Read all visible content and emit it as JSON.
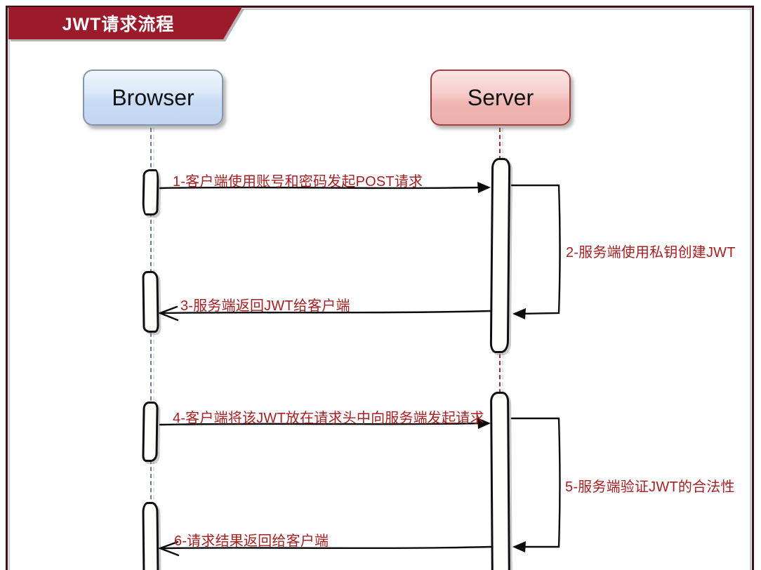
{
  "title_banner": {
    "text": "JWT请求流程"
  },
  "participants": [
    {
      "id": "browser",
      "label": "Browser"
    },
    {
      "id": "server",
      "label": "Server"
    }
  ],
  "messages": [
    {
      "seq": "1",
      "label": "1-客户端使用账号和密码发起POST请求",
      "from": "Browser",
      "to": "Server",
      "arrow": "solid-filled"
    },
    {
      "seq": "2",
      "label": "2-服务端使用私钥创建JWT",
      "from": "Server",
      "to": "Server",
      "arrow": "self-loop"
    },
    {
      "seq": "3",
      "label": "3-服务端返回JWT给客户端",
      "from": "Server",
      "to": "Browser",
      "arrow": "solid-open"
    },
    {
      "seq": "4",
      "label": "4-客户端将该JWT放在请求头中向服务端发起请求",
      "from": "Browser",
      "to": "Server",
      "arrow": "solid-filled"
    },
    {
      "seq": "5",
      "label": "5-服务端验证JWT的合法性",
      "from": "Server",
      "to": "Server",
      "arrow": "self-loop"
    },
    {
      "seq": "6",
      "label": "6-请求结果返回给客户端",
      "from": "Server",
      "to": "Browser",
      "arrow": "solid-open"
    }
  ],
  "colors": {
    "banner": "#9c1b2b",
    "frame_border": "#3f1116",
    "message_text": "#a62021",
    "browser_lifeline": "#64809c",
    "server_lifeline": "#9e2c2c",
    "browser_fill": "#cadcf4",
    "server_fill": "#f3c4c1"
  }
}
